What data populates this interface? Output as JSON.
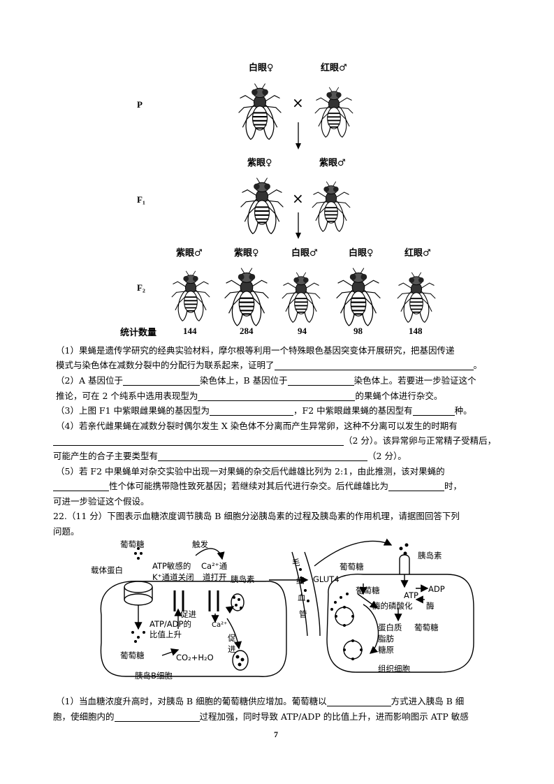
{
  "fly_figure": {
    "generations": [
      "P",
      "F₁",
      "F₂"
    ],
    "p_labels": [
      "白眼♀",
      "红眼♂"
    ],
    "f1_labels": [
      "紫眼♀",
      "紫眼♂"
    ],
    "f2_labels": [
      "紫眼♂",
      "紫眼♀",
      "白眼♂",
      "白眼♀",
      "红眼♂"
    ],
    "cross_symbol": "×",
    "stats_label": "统计数量",
    "stats_values": [
      "144",
      "284",
      "94",
      "98",
      "148"
    ]
  },
  "q21": {
    "p1": "（1）果蝇是遗传学研究的经典实验材料，摩尔根等利用一个特殊眼色基因突变体开展研究，把基因传递",
    "p1b": "模式与染色体在减数分裂中的分配行为联系起来，证明了",
    "p1b_end": "。",
    "p2a": "（2）A 基因位于",
    "p2b": "染色体上，B 基因位于",
    "p2c": "染色体上。若要进一步验证这个",
    "p2d": "推论，可在 2 个纯系中选用表现型为",
    "p2e": "的果蝇个体进行杂交。",
    "p3a": "（3）上图 F1 中紫眼雌果蝇的基因型为",
    "p3b": "，F2 中紫眼雌果蝇的基因型有",
    "p3c": "种。",
    "p4a": "（4）若亲代雌果蝇在减数分裂时偶尔发生 X 染色体不分离而产生异常卵，这种不分离可以发生的时期有",
    "p4b": "（2 分）。该异常卵与正常精子受精后，",
    "p4c": "可能产生的合子主要类型有",
    "p4d": "（2 分）。",
    "p5a": "（5）若 F2 中果蝇单对杂交实验中出现一对果蝇的杂交后代雌雄比列为 2:1，由此推测，该对果蝇的",
    "p5b": "性个体可能携带隐性致死基因；若继续对其后代进行杂交。后代雌雄比为",
    "p5c": "时，",
    "p5d": "可进一步验证这个假设。"
  },
  "q22": {
    "intro1": "22.（11 分）下图表示血糖浓度调节胰岛 B 细胞分泌胰岛素的过程及胰岛素的作用机理，请据图回答下列",
    "intro2": "问题。",
    "p1a": "（1）当血糖浓度升高时，对胰岛 B 细胞的葡萄糖供应增加。葡萄糖以",
    "p1b": "方式进入胰岛 B 细",
    "p1c": "胞，使细胞内的",
    "p1d": "过程加强，同时导致 ATP/ADP 的比值上升，进而影响图示 ATP 敏感"
  },
  "diagram": {
    "glucose_top": "葡萄糖",
    "trigger": "触发",
    "carrier": "载体蛋白",
    "atp_channel1": "ATP敏感的",
    "atp_channel2": "K⁺通道关闭",
    "ca_channel1": "Ca²⁺通",
    "ca_channel2": "道打开",
    "insulin_left": "胰岛素",
    "promote1": "促进",
    "ratio1": "ATP/ADP的",
    "ratio2": "比值上升",
    "ca_in": "Ca²⁺",
    "promote2a": "促",
    "promote2b": "进",
    "glucose_in": "葡萄糖",
    "products": "CO₂+H₂O",
    "b_cell": "胰岛B细胞",
    "capillary": [
      "毛",
      "细",
      "血",
      "管"
    ],
    "insulin_right": "胰岛素",
    "glucose_right": "葡萄糖",
    "glut4": "GLUT4",
    "glucose_right2": "葡萄糖",
    "adp": "ADP",
    "atp": "ATP",
    "enzyme_phos": "酶的磷酸化",
    "enzyme": "酶",
    "protein": "蛋白质",
    "fat": "脂肪",
    "glycogen": "糖原",
    "glucose_right3": "葡萄糖",
    "tissue_cell": "组织细胞"
  },
  "page_number": "7"
}
